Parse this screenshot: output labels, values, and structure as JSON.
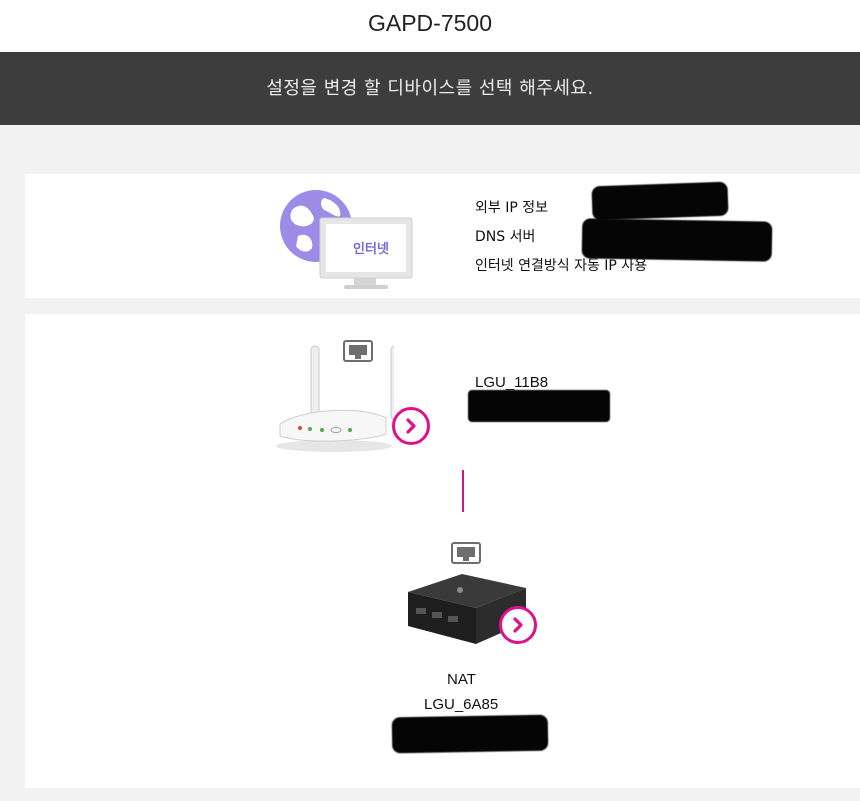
{
  "header": {
    "title": "GAPD-7500"
  },
  "banner": {
    "message": "설정을 변경 할 디바이스를 선택 해주세요."
  },
  "internet": {
    "monitor_label": "인터넷",
    "rows": [
      {
        "label": "외부 IP 정보",
        "value": ""
      },
      {
        "label": "DNS 서버",
        "value": ""
      },
      {
        "label": "인터넷 연결방식",
        "value": "자동 IP 사용"
      }
    ]
  },
  "router": {
    "name": "LGU_11B8"
  },
  "nat_device": {
    "mode": "NAT",
    "name": "LGU_6A85"
  },
  "colors": {
    "accent": "#e0108c",
    "banner": "#3d3d3d",
    "globe": "#9c8ce8"
  },
  "icons": [
    "globe-icon",
    "monitor-icon",
    "ethernet-port-icon",
    "router-icon",
    "chevron-right-icon",
    "nat-box-icon"
  ]
}
